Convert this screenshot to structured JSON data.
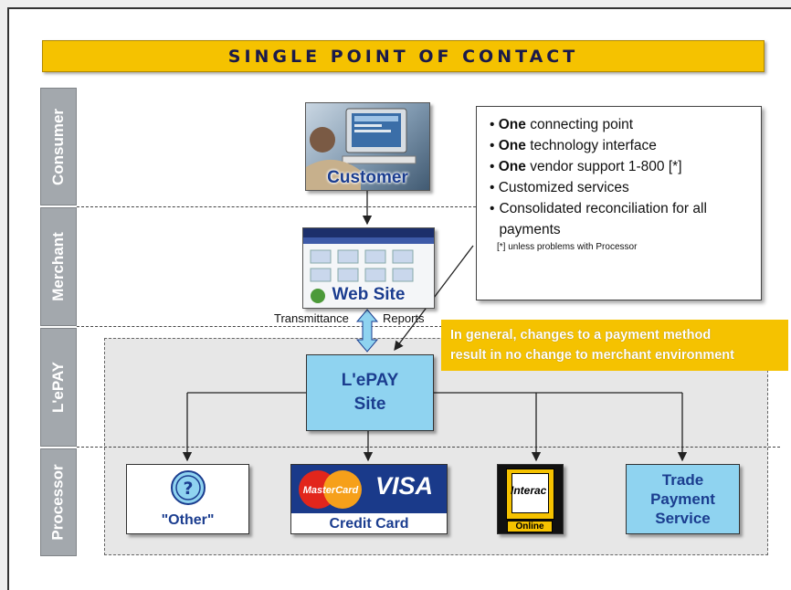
{
  "title": "SINGLE POINT OF CONTACT",
  "bands": [
    {
      "label": "Consumer"
    },
    {
      "label": "Merchant"
    },
    {
      "label": "L'ePAY"
    },
    {
      "label": "Processor"
    }
  ],
  "nodes": {
    "customer": "Customer",
    "website": "Web Site",
    "lepay_line1": "L'ePAY",
    "lepay_line2": "Site",
    "other": "\"Other\"",
    "credit_card": "Credit Card",
    "mastercard": "MasterCard",
    "visa": "VISA",
    "interac": "Interac",
    "interac_online": "Online",
    "trade_line1": "Trade",
    "trade_line2": "Payment",
    "trade_line3": "Service"
  },
  "edge_labels": {
    "transmittance": "Transmittance",
    "reports": "Reports"
  },
  "bullets": [
    {
      "bold": "One",
      "rest": " connecting point"
    },
    {
      "bold": "One",
      "rest": " technology interface"
    },
    {
      "bold": "One",
      "rest": " vendor support 1-800 [*]"
    },
    {
      "bold": "",
      "rest": "Customized services"
    },
    {
      "bold": "",
      "rest": "Consolidated reconciliation for all payments"
    }
  ],
  "footnote": "[*] unless problems with Processor",
  "note": {
    "line1": "In general, changes to a payment method",
    "line2": "result in no change to merchant environment"
  },
  "colors": {
    "yellow": "#f5c200",
    "light_blue": "#8fd3f0",
    "band_gray": "#a3a8ad",
    "dark_blue_text": "#1b3d8f"
  }
}
